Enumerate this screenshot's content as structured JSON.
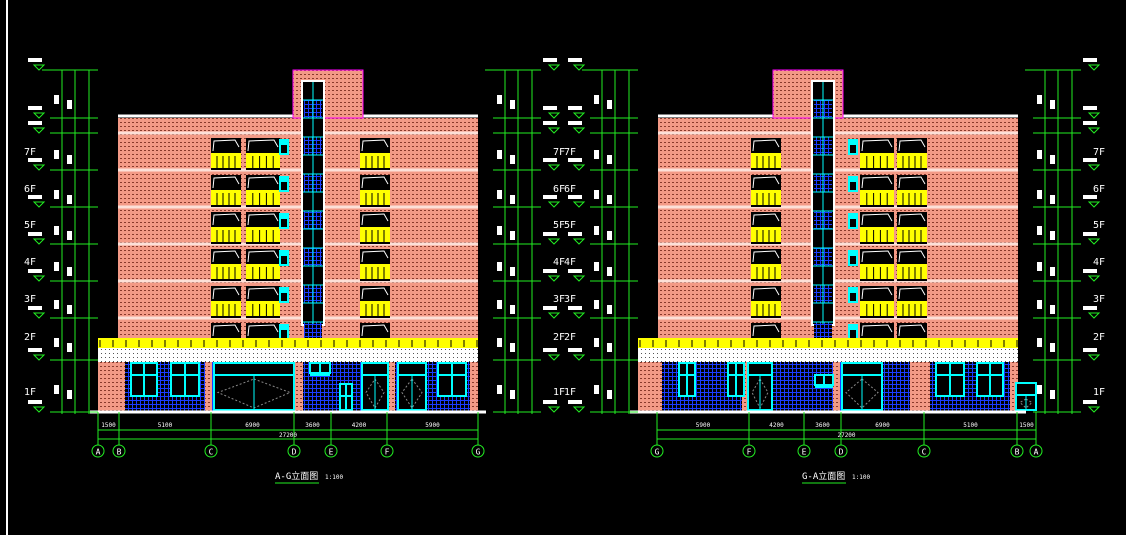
{
  "colors": {
    "background": "#000000",
    "brick": "#f39a86",
    "brick_dots": "#7a2a20",
    "glass_blue": "#1a3cff",
    "frame_cyan": "#00ffff",
    "balcony_yellow": "#ffff00",
    "dimension_green": "#22ee22",
    "slab_white": "#ffffff",
    "parapet_magenta": "#ff00ff",
    "annotation_white": "#ffffff"
  },
  "elevations": [
    {
      "id": "front",
      "title": "A-G立面图",
      "scale": "1:100",
      "axes": [
        "A",
        "B",
        "C",
        "D",
        "E",
        "F",
        "G"
      ],
      "floors": [
        "1F",
        "2F",
        "3F",
        "4F",
        "5F",
        "6F",
        "7F"
      ],
      "total_dimension": "27200",
      "segment_dimensions": [
        "1500",
        "5100",
        "6900",
        "3600",
        "4200",
        "5900"
      ]
    },
    {
      "id": "rear",
      "title": "G-A立面图",
      "scale": "1:100",
      "axes": [
        "G",
        "F",
        "E",
        "D",
        "C",
        "B",
        "A"
      ],
      "floors": [
        "1F",
        "2F",
        "3F",
        "4F",
        "5F",
        "6F",
        "7F"
      ],
      "total_dimension": "27200",
      "segment_dimensions": [
        "5900",
        "4200",
        "3600",
        "6900",
        "5100",
        "1500"
      ]
    }
  ]
}
